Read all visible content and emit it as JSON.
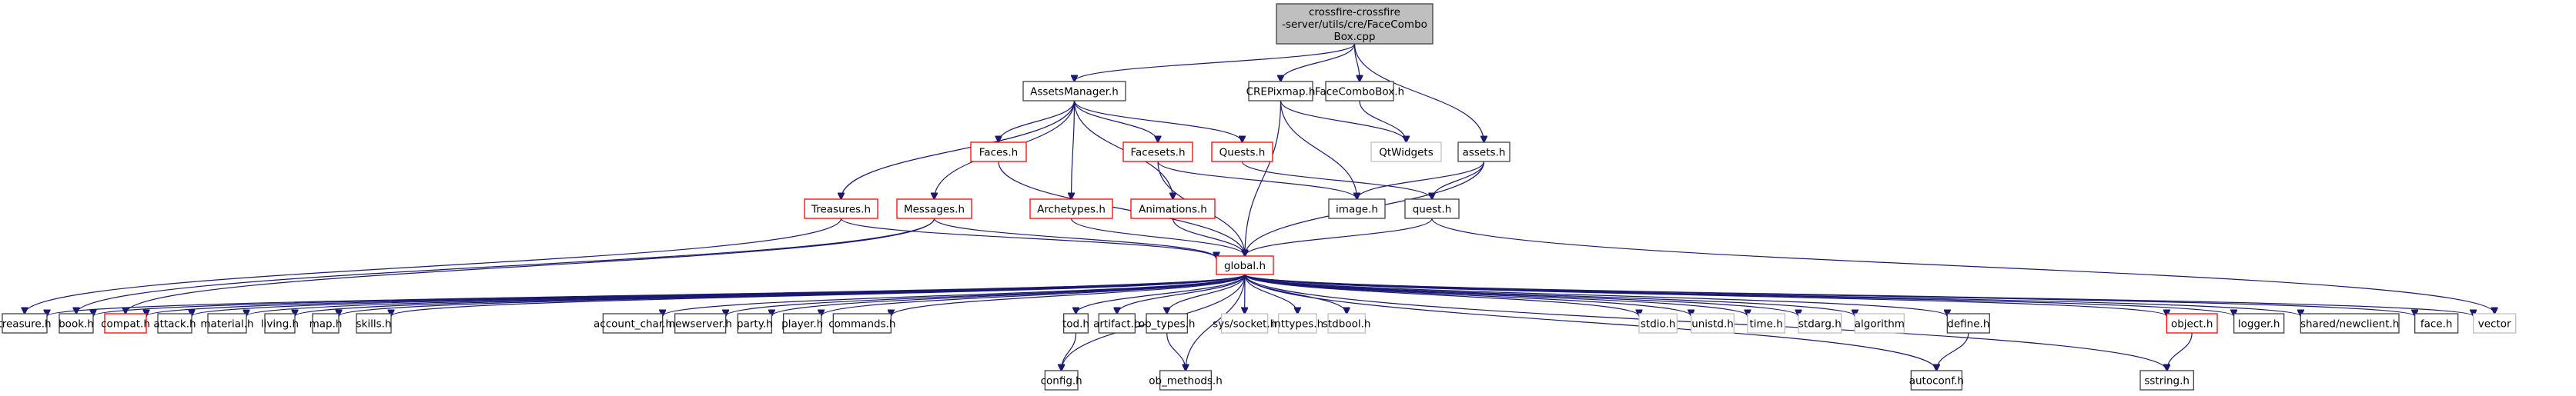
{
  "diagram": {
    "title": "crossfire-crossfire-server/utils/cre/FaceComboBox.cpp include dependency graph",
    "colors": {
      "edge": "#191970",
      "root_fill": "#bfbfbf",
      "root_border": "#404040",
      "normal_border": "#404040",
      "truncated_border": "#ff0000",
      "external_border": "#bfbfbf"
    },
    "legend_kinds": {
      "root": "file being documented",
      "normal": "documented header",
      "truncated": "header with hidden dependencies (red border)",
      "external": "external/system header (gray border)"
    },
    "nodes": [
      {
        "id": "root",
        "label_lines": [
          "crossfire-crossfire",
          "-server/utils/cre/FaceCombo",
          "Box.cpp"
        ],
        "kind": "root"
      },
      {
        "id": "AssetsManager",
        "label_lines": [
          "AssetsManager.h"
        ],
        "kind": "normal"
      },
      {
        "id": "CREPixmap",
        "label_lines": [
          "CREPixmap.h"
        ],
        "kind": "normal"
      },
      {
        "id": "FaceComboBoxH",
        "label_lines": [
          "FaceComboBox.h"
        ],
        "kind": "normal"
      },
      {
        "id": "Faces",
        "label_lines": [
          "Faces.h"
        ],
        "kind": "truncated"
      },
      {
        "id": "Facesets",
        "label_lines": [
          "Facesets.h"
        ],
        "kind": "truncated"
      },
      {
        "id": "Quests",
        "label_lines": [
          "Quests.h"
        ],
        "kind": "truncated"
      },
      {
        "id": "QtWidgets",
        "label_lines": [
          "QtWidgets"
        ],
        "kind": "external"
      },
      {
        "id": "assets",
        "label_lines": [
          "assets.h"
        ],
        "kind": "normal"
      },
      {
        "id": "Treasures",
        "label_lines": [
          "Treasures.h"
        ],
        "kind": "truncated"
      },
      {
        "id": "Messages",
        "label_lines": [
          "Messages.h"
        ],
        "kind": "truncated"
      },
      {
        "id": "Archetypes",
        "label_lines": [
          "Archetypes.h"
        ],
        "kind": "truncated"
      },
      {
        "id": "Animations",
        "label_lines": [
          "Animations.h"
        ],
        "kind": "truncated"
      },
      {
        "id": "image",
        "label_lines": [
          "image.h"
        ],
        "kind": "normal"
      },
      {
        "id": "quest",
        "label_lines": [
          "quest.h"
        ],
        "kind": "normal"
      },
      {
        "id": "global",
        "label_lines": [
          "global.h"
        ],
        "kind": "truncated"
      },
      {
        "id": "treasure",
        "label_lines": [
          "treasure.h"
        ],
        "kind": "normal"
      },
      {
        "id": "book",
        "label_lines": [
          "book.h"
        ],
        "kind": "normal"
      },
      {
        "id": "compat",
        "label_lines": [
          "compat.h"
        ],
        "kind": "truncated"
      },
      {
        "id": "attack",
        "label_lines": [
          "attack.h"
        ],
        "kind": "normal"
      },
      {
        "id": "material",
        "label_lines": [
          "material.h"
        ],
        "kind": "normal"
      },
      {
        "id": "living",
        "label_lines": [
          "living.h"
        ],
        "kind": "normal"
      },
      {
        "id": "map",
        "label_lines": [
          "map.h"
        ],
        "kind": "normal"
      },
      {
        "id": "skills",
        "label_lines": [
          "skills.h"
        ],
        "kind": "normal"
      },
      {
        "id": "account_char",
        "label_lines": [
          "account_char.h"
        ],
        "kind": "normal"
      },
      {
        "id": "newserver",
        "label_lines": [
          "newserver.h"
        ],
        "kind": "normal"
      },
      {
        "id": "party",
        "label_lines": [
          "party.h"
        ],
        "kind": "normal"
      },
      {
        "id": "player",
        "label_lines": [
          "player.h"
        ],
        "kind": "normal"
      },
      {
        "id": "commands",
        "label_lines": [
          "commands.h"
        ],
        "kind": "normal"
      },
      {
        "id": "tod",
        "label_lines": [
          "tod.h"
        ],
        "kind": "normal"
      },
      {
        "id": "artifact",
        "label_lines": [
          "artifact.h"
        ],
        "kind": "normal"
      },
      {
        "id": "ob_types",
        "label_lines": [
          "ob_types.h"
        ],
        "kind": "normal"
      },
      {
        "id": "sys_socket",
        "label_lines": [
          "sys/socket.h"
        ],
        "kind": "external"
      },
      {
        "id": "inttypes",
        "label_lines": [
          "inttypes.h"
        ],
        "kind": "external"
      },
      {
        "id": "stdbool",
        "label_lines": [
          "stdbool.h"
        ],
        "kind": "external"
      },
      {
        "id": "stdio",
        "label_lines": [
          "stdio.h"
        ],
        "kind": "external"
      },
      {
        "id": "unistd",
        "label_lines": [
          "unistd.h"
        ],
        "kind": "external"
      },
      {
        "id": "time",
        "label_lines": [
          "time.h"
        ],
        "kind": "external"
      },
      {
        "id": "stdarg",
        "label_lines": [
          "stdarg.h"
        ],
        "kind": "external"
      },
      {
        "id": "algorithm",
        "label_lines": [
          "algorithm"
        ],
        "kind": "external"
      },
      {
        "id": "define",
        "label_lines": [
          "define.h"
        ],
        "kind": "normal"
      },
      {
        "id": "object",
        "label_lines": [
          "object.h"
        ],
        "kind": "truncated"
      },
      {
        "id": "logger",
        "label_lines": [
          "logger.h"
        ],
        "kind": "normal"
      },
      {
        "id": "newclient",
        "label_lines": [
          "shared/newclient.h"
        ],
        "kind": "normal"
      },
      {
        "id": "face",
        "label_lines": [
          "face.h"
        ],
        "kind": "normal"
      },
      {
        "id": "vector",
        "label_lines": [
          "vector"
        ],
        "kind": "external"
      },
      {
        "id": "config",
        "label_lines": [
          "config.h"
        ],
        "kind": "normal"
      },
      {
        "id": "ob_methods",
        "label_lines": [
          "ob_methods.h"
        ],
        "kind": "normal"
      },
      {
        "id": "autoconf",
        "label_lines": [
          "autoconf.h"
        ],
        "kind": "normal"
      },
      {
        "id": "sstring",
        "label_lines": [
          "sstring.h"
        ],
        "kind": "normal"
      }
    ],
    "edges": [
      [
        "root",
        "AssetsManager"
      ],
      [
        "root",
        "CREPixmap"
      ],
      [
        "root",
        "FaceComboBoxH"
      ],
      [
        "root",
        "assets"
      ],
      [
        "AssetsManager",
        "Faces"
      ],
      [
        "AssetsManager",
        "Facesets"
      ],
      [
        "AssetsManager",
        "Quests"
      ],
      [
        "AssetsManager",
        "Treasures"
      ],
      [
        "AssetsManager",
        "Messages"
      ],
      [
        "AssetsManager",
        "Archetypes"
      ],
      [
        "AssetsManager",
        "Animations"
      ],
      [
        "CREPixmap",
        "QtWidgets"
      ],
      [
        "CREPixmap",
        "image"
      ],
      [
        "CREPixmap",
        "global"
      ],
      [
        "FaceComboBoxH",
        "QtWidgets"
      ],
      [
        "Faces",
        "global"
      ],
      [
        "Facesets",
        "image"
      ],
      [
        "Facesets",
        "global"
      ],
      [
        "Quests",
        "quest"
      ],
      [
        "assets",
        "image"
      ],
      [
        "assets",
        "quest"
      ],
      [
        "assets",
        "global"
      ],
      [
        "Treasures",
        "global"
      ],
      [
        "Treasures",
        "treasure"
      ],
      [
        "Messages",
        "global"
      ],
      [
        "Messages",
        "book"
      ],
      [
        "Messages",
        "compat"
      ],
      [
        "Archetypes",
        "global"
      ],
      [
        "Animations",
        "global"
      ],
      [
        "quest",
        "global"
      ],
      [
        "quest",
        "vector"
      ],
      [
        "global",
        "treasure"
      ],
      [
        "global",
        "book"
      ],
      [
        "global",
        "compat"
      ],
      [
        "global",
        "attack"
      ],
      [
        "global",
        "material"
      ],
      [
        "global",
        "living"
      ],
      [
        "global",
        "map"
      ],
      [
        "global",
        "skills"
      ],
      [
        "global",
        "account_char"
      ],
      [
        "global",
        "newserver"
      ],
      [
        "global",
        "party"
      ],
      [
        "global",
        "player"
      ],
      [
        "global",
        "commands"
      ],
      [
        "global",
        "tod"
      ],
      [
        "global",
        "artifact"
      ],
      [
        "global",
        "ob_types"
      ],
      [
        "global",
        "sys_socket"
      ],
      [
        "global",
        "inttypes"
      ],
      [
        "global",
        "stdbool"
      ],
      [
        "global",
        "stdio"
      ],
      [
        "global",
        "unistd"
      ],
      [
        "global",
        "time"
      ],
      [
        "global",
        "stdarg"
      ],
      [
        "global",
        "algorithm"
      ],
      [
        "global",
        "define"
      ],
      [
        "global",
        "object"
      ],
      [
        "global",
        "logger"
      ],
      [
        "global",
        "newclient"
      ],
      [
        "global",
        "face"
      ],
      [
        "global",
        "vector"
      ],
      [
        "global",
        "config"
      ],
      [
        "global",
        "ob_methods"
      ],
      [
        "global",
        "autoconf"
      ],
      [
        "global",
        "sstring"
      ],
      [
        "tod",
        "config"
      ],
      [
        "ob_types",
        "ob_methods"
      ],
      [
        "define",
        "autoconf"
      ],
      [
        "object",
        "sstring"
      ]
    ]
  }
}
